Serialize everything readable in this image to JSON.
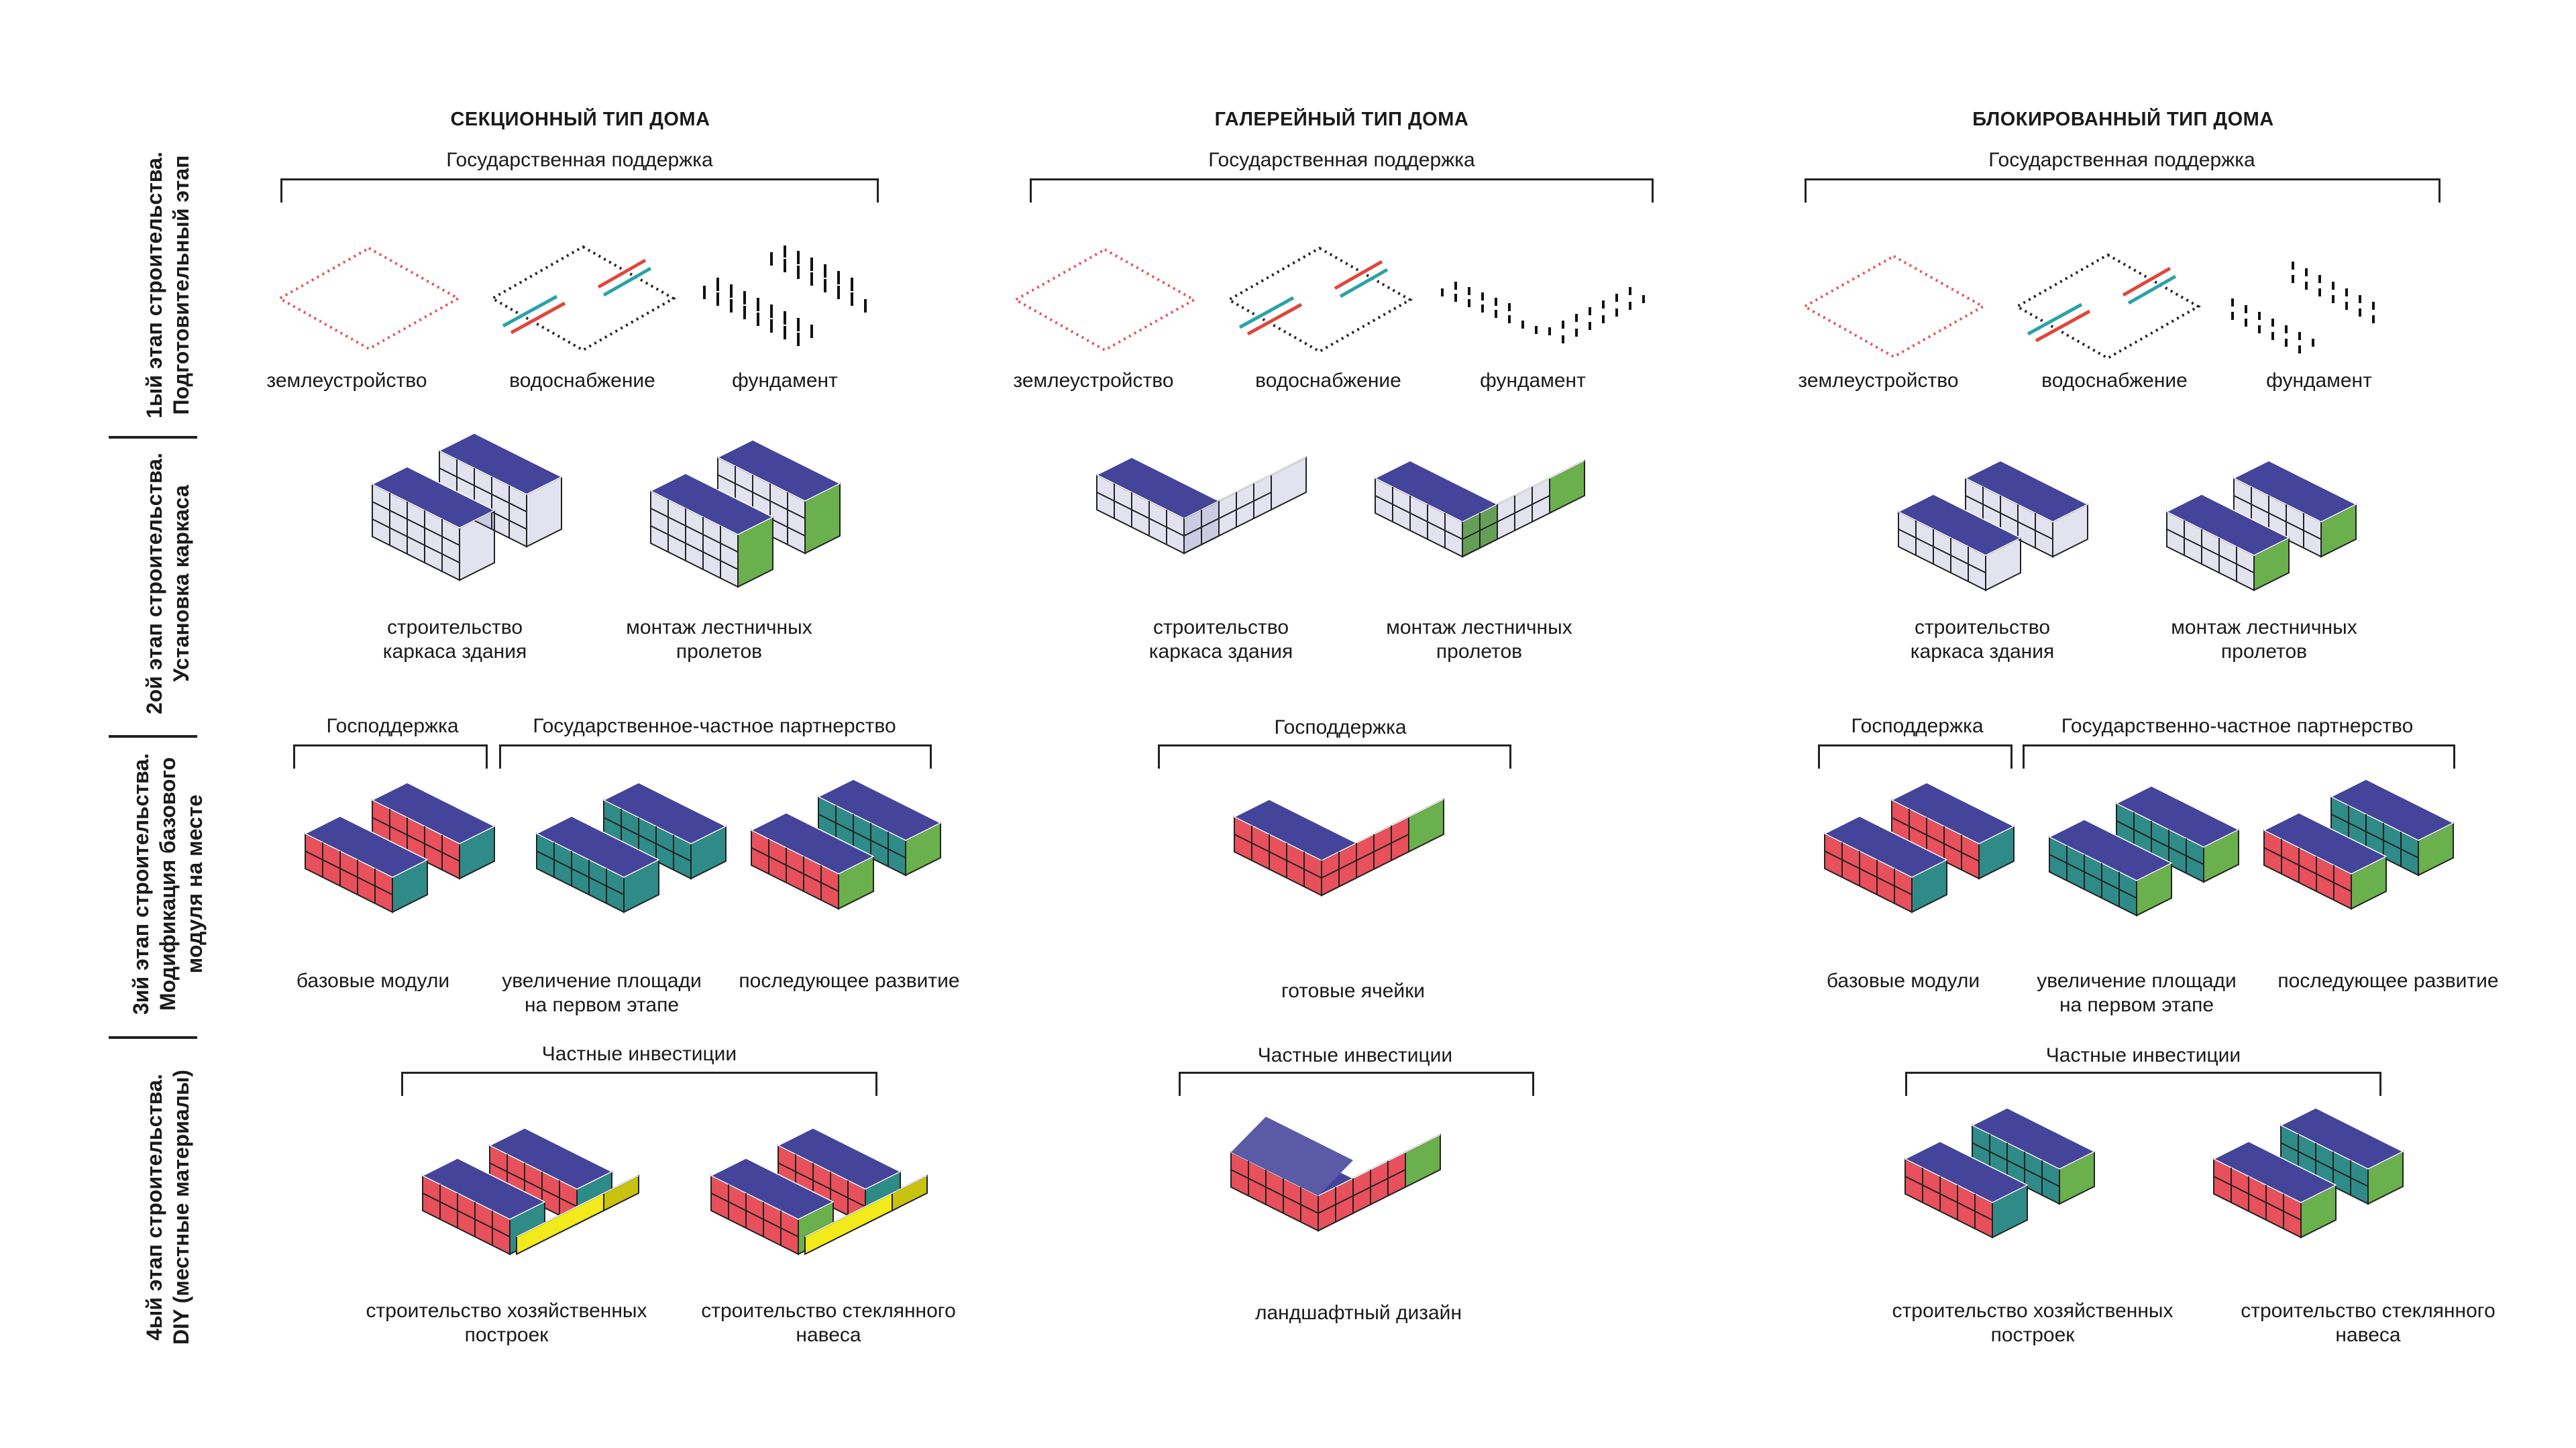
{
  "colors": {
    "module": "#44449a",
    "stair": "#6ab04c",
    "teal": "#2e8b88",
    "red": "#e8505b",
    "outline": "#e8505b",
    "water_red": "#e0463c",
    "water_blue": "#2aa2a8",
    "shed": "#f2ea1a"
  },
  "columns": [
    {
      "title": "СЕКЦИОННЫЙ ТИП ДОМА"
    },
    {
      "title": "ГАЛЕРЕЙНЫЙ ТИП ДОМА"
    },
    {
      "title": "БЛОКИРОВАННЫЙ ТИП ДОМА"
    }
  ],
  "stages": [
    {
      "line1": "1ый этап строительства.",
      "line2": "Подготовительный этап"
    },
    {
      "line1": "2ой этап строительства.",
      "line2": "Установка каркаса"
    },
    {
      "line1": "3ий этап строительства.",
      "line2": "Модификация базового",
      "line3": "модуля на месте"
    },
    {
      "line1": "4ый этап строительства.",
      "line2": "DIY (местные материалы)"
    }
  ],
  "brackets": {
    "state_support": "Государственная поддержка",
    "gov_support": "Господдержка",
    "ppp_sec": "Государственное-частное партнерство",
    "ppp_block": "Государственно-частное партнерство",
    "private": "Частные инвестиции"
  },
  "captions": {
    "land": "землеустройство",
    "water": "водоснабжение",
    "foundation": "фундамент",
    "frame_l1": "строительство",
    "frame_l2": "каркаса здания",
    "stairs_l1": "монтаж лестничных",
    "stairs_l2": "пролетов",
    "base": "базовые модули",
    "enlarge_l1": "увеличение площади",
    "enlarge_l2": "на первом этапе",
    "develop": "последующее развитие",
    "ready": "готовые ячейки",
    "sheds_l1": "строительство хозяйственных",
    "sheds_l2": "построек",
    "glass_l1": "строительство стеклянного",
    "glass_l2": "навеса",
    "landscape": "ландшафтный дизайн"
  }
}
